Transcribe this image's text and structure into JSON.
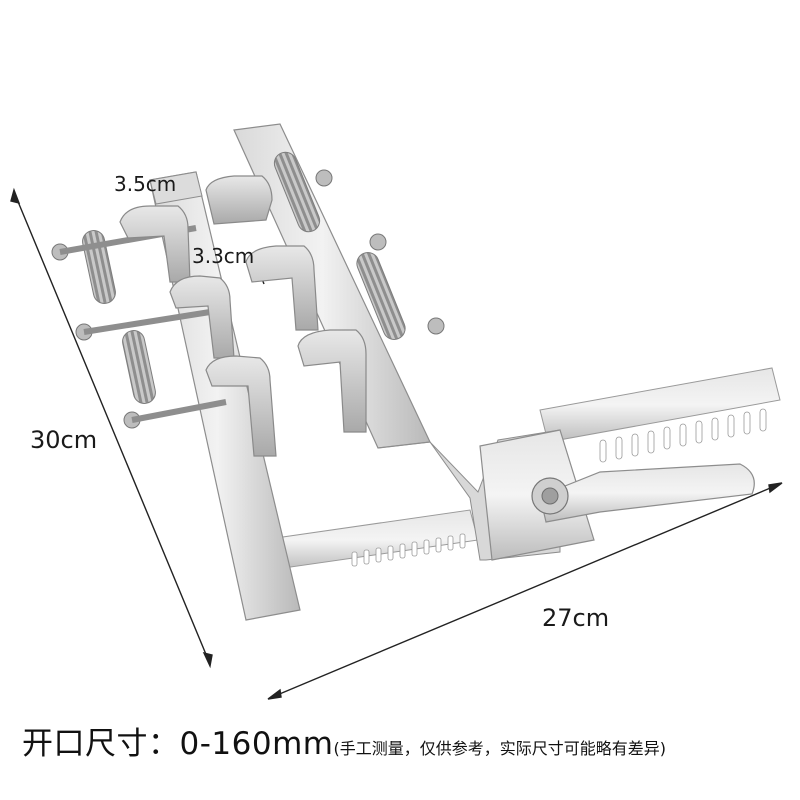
{
  "labels": {
    "small_height": "3.5cm",
    "small_gap": "3.3cm",
    "height": "30cm",
    "width": "27cm"
  },
  "caption": {
    "main": "开口尺寸：0-160mm",
    "note": "(手工测量，仅供参考，实际尺寸可能略有差异)"
  },
  "colors": {
    "background": "#ffffff",
    "steel_light": "#e8e8e8",
    "steel_mid": "#bdbdbd",
    "steel_dark": "#7a7a7a",
    "text": "#111111"
  },
  "icons": [
    "rib-spreader-image",
    "dimension-arrow-icon"
  ]
}
